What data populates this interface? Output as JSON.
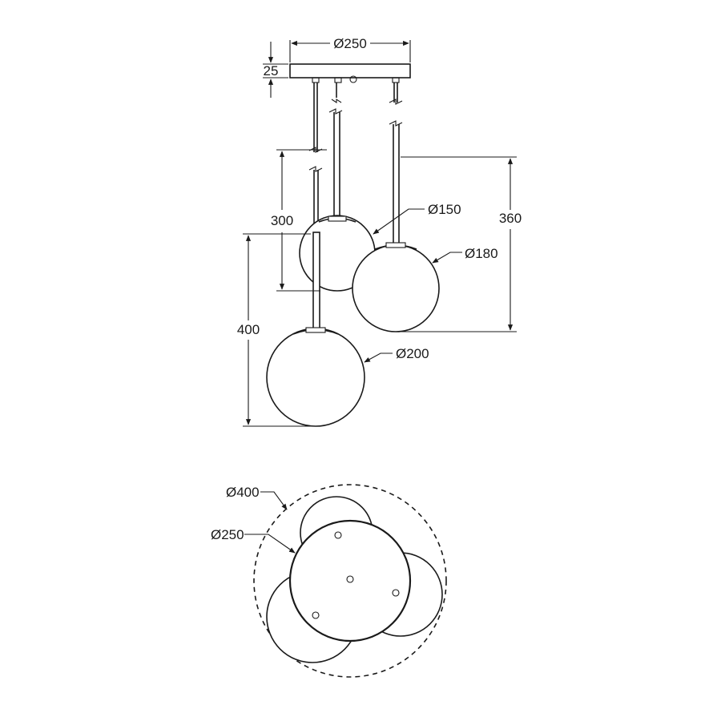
{
  "side_view": {
    "canopy_diameter": "Ø250",
    "canopy_height": "25",
    "globe_small_diameter": "Ø150",
    "globe_medium_diameter": "Ø180",
    "globe_large_diameter": "Ø200",
    "drop_small": "300",
    "drop_medium": "360",
    "drop_large": "400"
  },
  "top_view": {
    "outer_diameter": "Ø400",
    "canopy_diameter": "Ø250"
  }
}
